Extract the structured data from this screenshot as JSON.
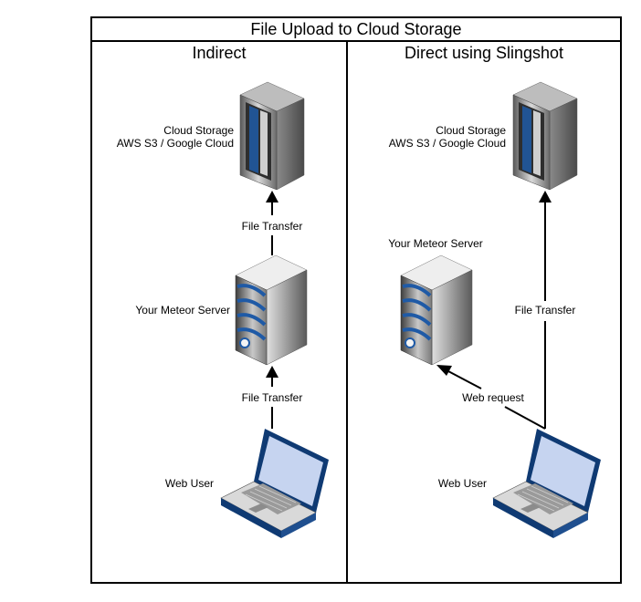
{
  "diagram": {
    "title": "File Upload to Cloud Storage",
    "lanes": {
      "left": {
        "title": "Indirect",
        "cloud_line1": "Cloud Storage",
        "cloud_line2": "AWS S3 / Google Cloud",
        "transfer_top": "File Transfer",
        "server_label": "Your Meteor Server",
        "transfer_bottom": "File Transfer",
        "user_label": "Web User"
      },
      "right": {
        "title": "Direct using Slingshot",
        "cloud_line1": "Cloud Storage",
        "cloud_line2": "AWS S3 / Google Cloud",
        "server_label": "Your Meteor Server",
        "transfer_label": "File Transfer",
        "web_request": "Web request",
        "user_label": "Web User"
      }
    }
  },
  "colors": {
    "server_dark": "#3a3a3a",
    "server_light": "#d8d8d8",
    "server_accent_blue": "#1f5aa6",
    "laptop_screen": "#c6d4f0",
    "laptop_frame": "#0f3a73"
  },
  "icons": [
    "cloud-storage-rack-icon",
    "meteor-server-icon",
    "laptop-icon"
  ]
}
